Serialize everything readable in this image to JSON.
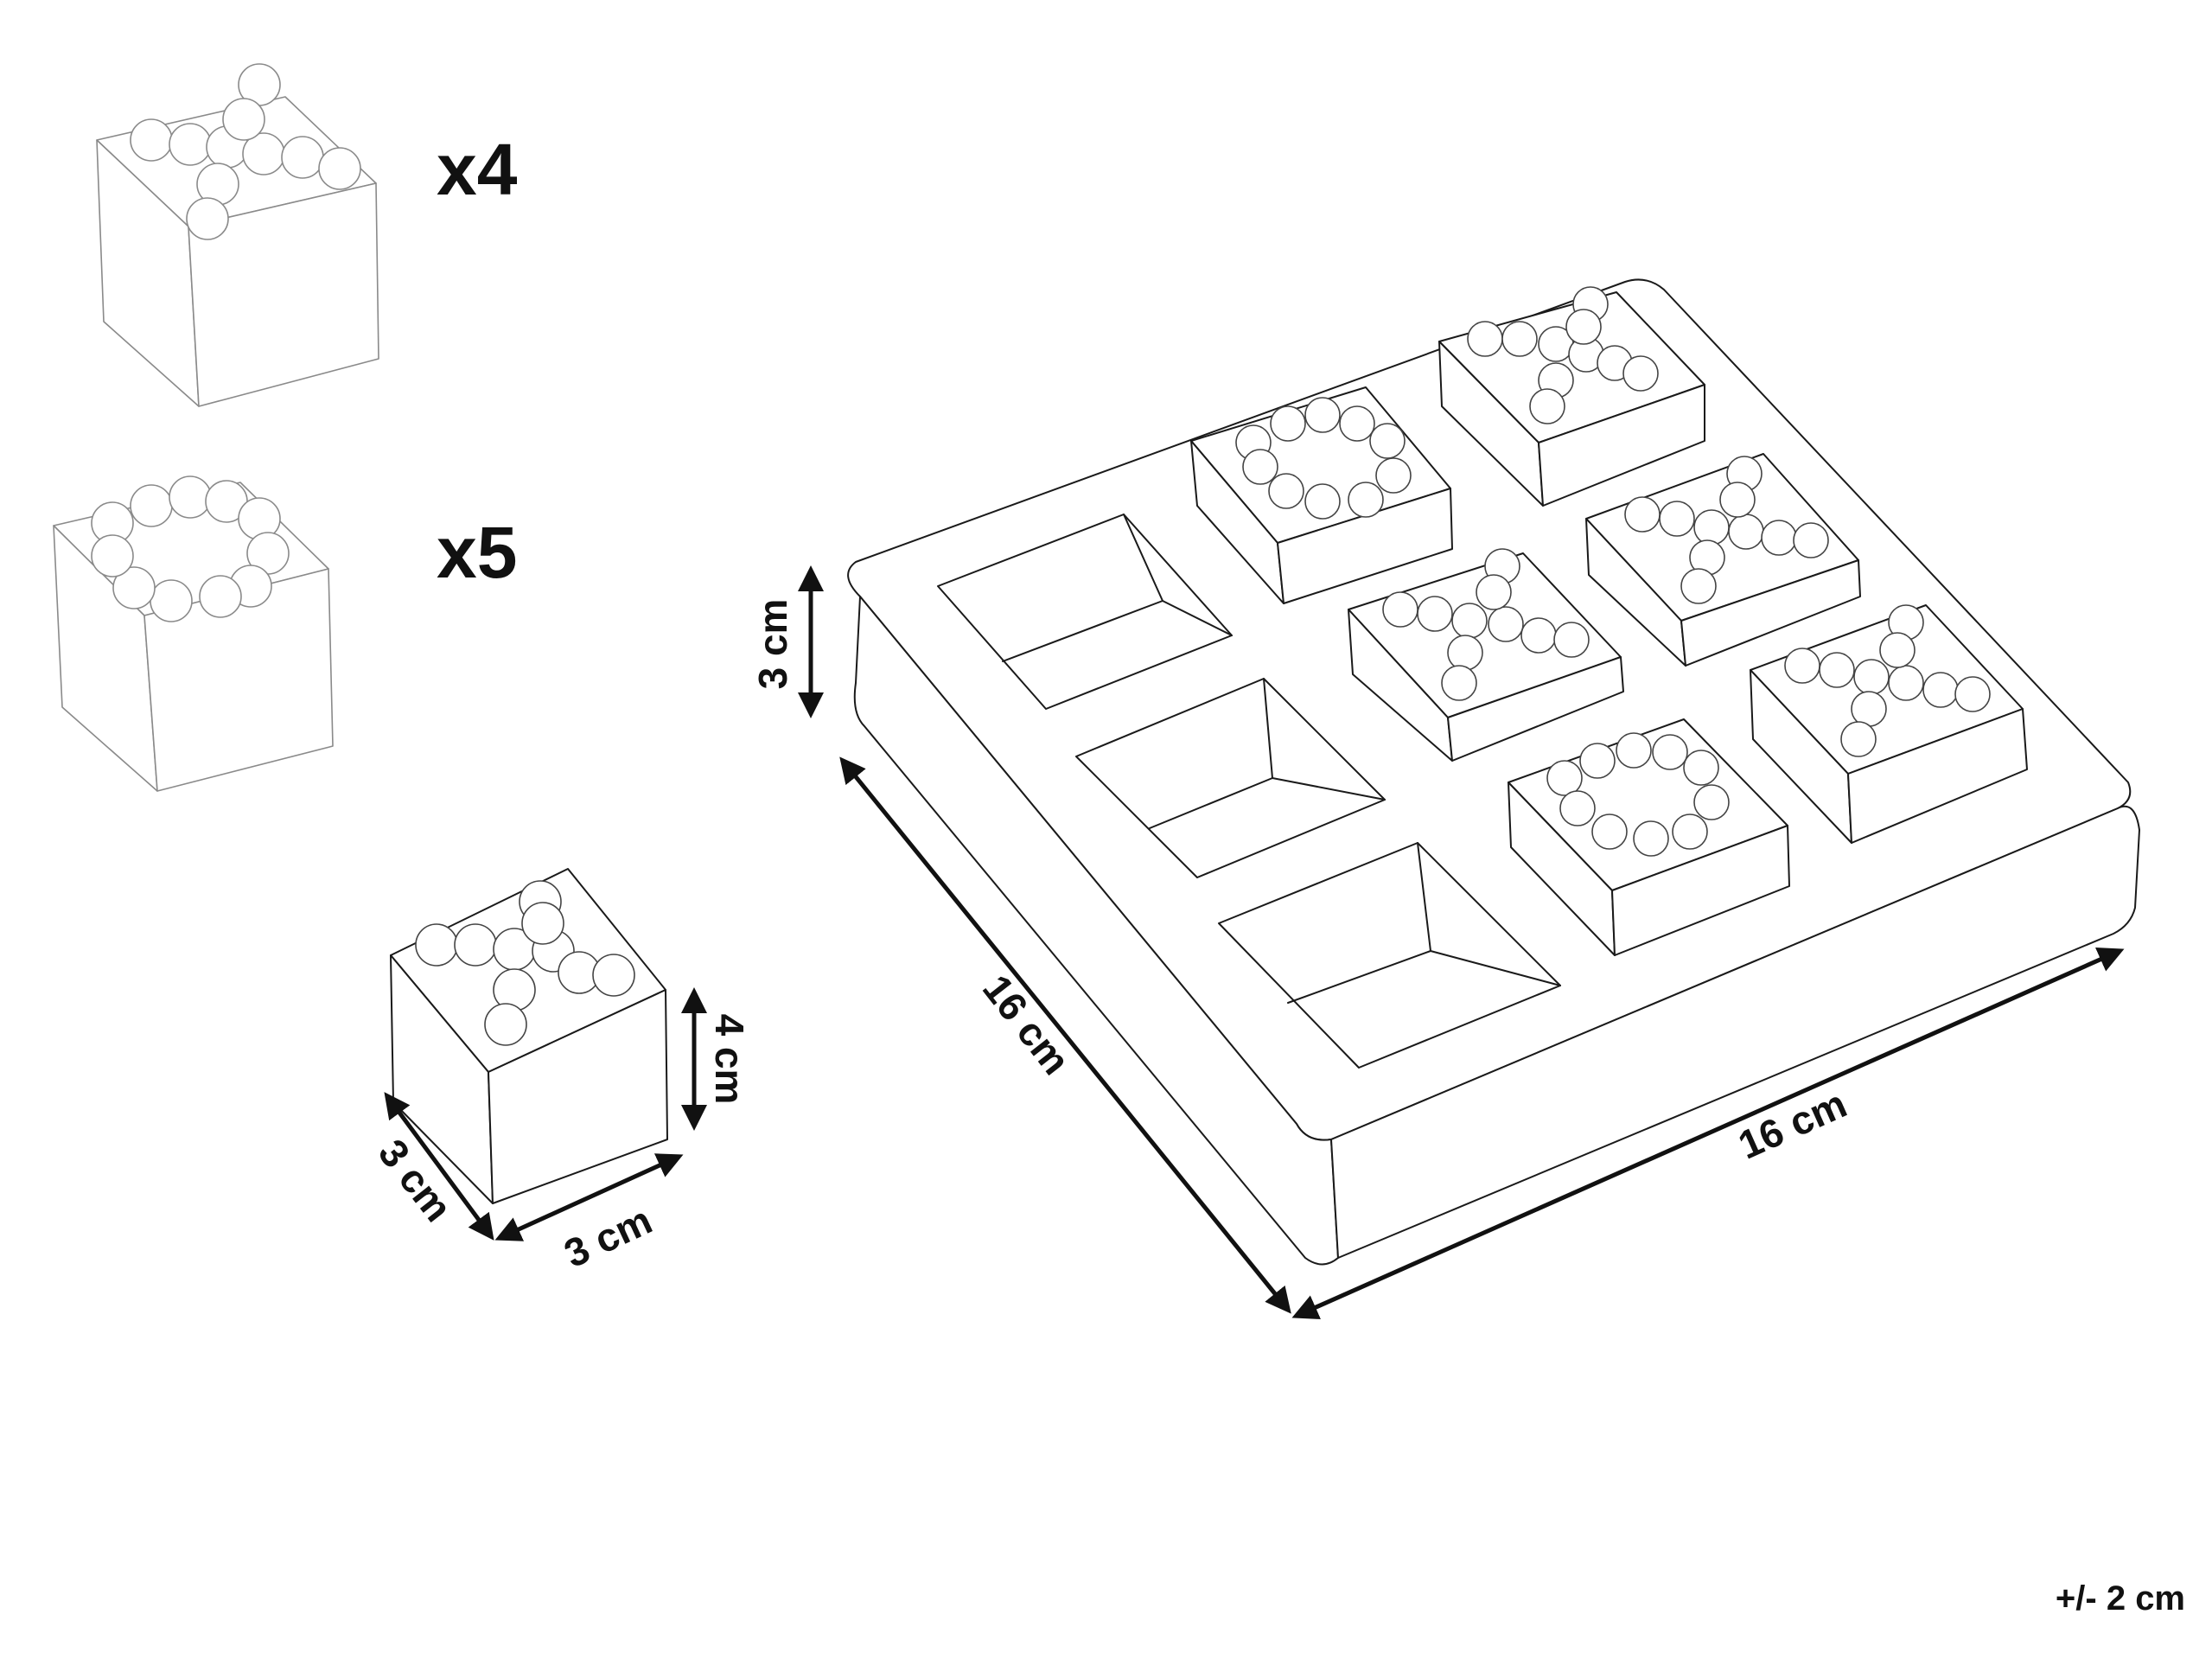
{
  "pieces": {
    "x_piece": {
      "quantity": "x4",
      "icon": "x-piece-cube-icon"
    },
    "o_piece": {
      "quantity": "x5",
      "icon": "o-piece-cube-icon"
    }
  },
  "cube_dimensions": {
    "height": "4 cm",
    "depth": "3 cm",
    "width": "3 cm"
  },
  "board_dimensions": {
    "height": "3 cm",
    "depth": "16 cm",
    "width": "16 cm"
  },
  "tolerance": "+/- 2 cm",
  "board_grid": [
    [
      "empty",
      "O",
      "X"
    ],
    [
      "empty",
      "X",
      "X"
    ],
    [
      "empty",
      "O",
      "X"
    ]
  ]
}
